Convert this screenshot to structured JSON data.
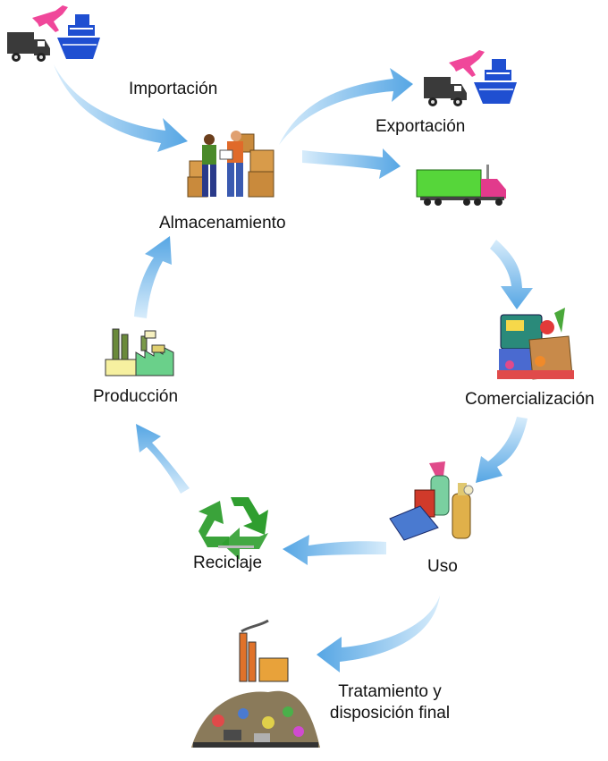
{
  "labels": {
    "importacion": "Importación",
    "exportacion": "Exportación",
    "almacenamiento": "Almacenamiento",
    "comercializacion": "Comercialización",
    "produccion": "Producción",
    "uso": "Uso",
    "reciclaje": "Reciclaje",
    "tratamiento_line1": "Tratamiento y",
    "tratamiento_line2": "disposición final"
  },
  "colors": {
    "arrow_light": "#cfe8fa",
    "arrow_dark": "#5aa9e6",
    "recycle_green": "#2f9e2f",
    "truck_dark": "#3a3a3a",
    "ship_blue": "#1f4fd1",
    "plane_pink": "#f0479a",
    "lorry_green": "#56d63a",
    "lorry_cab": "#e23a8c"
  },
  "icons": {
    "import_transport": "truck-ship-plane-icon",
    "export_transport": "truck-ship-plane-icon",
    "warehouse": "warehouse-workers-icon",
    "lorry": "cargo-lorry-icon",
    "market": "market-goods-icon",
    "use": "household-products-icon",
    "recycle": "recycle-icon",
    "factory": "factory-icon",
    "landfill": "landfill-icon"
  }
}
